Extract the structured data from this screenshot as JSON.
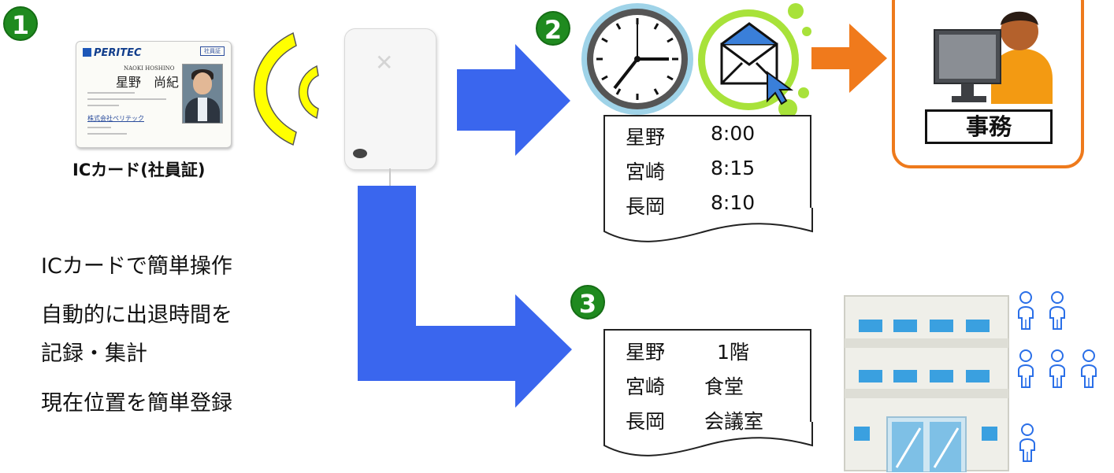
{
  "steps": [
    "1",
    "2",
    "3"
  ],
  "card": {
    "logo": "PERITEC",
    "tag": "社員証",
    "romaji": "NAOKI   HOSHINO",
    "name": "星野　尚紀",
    "company": "株式会社ペリテック",
    "caption": "ICカード(社員証)"
  },
  "features": [
    "ICカードで簡単操作",
    "自動的に出退時間を",
    "記録・集計",
    "現在位置を簡単登録"
  ],
  "attendance": [
    {
      "name": "星野",
      "value": "8:00"
    },
    {
      "name": "宮崎",
      "value": "8:15"
    },
    {
      "name": "長岡",
      "value": "8:10"
    }
  ],
  "locations": [
    {
      "name": "星野",
      "value": "1階"
    },
    {
      "name": "宮崎",
      "value": "食堂"
    },
    {
      "name": "長岡",
      "value": "会議室"
    }
  ],
  "office_label": "事務",
  "icons": [
    "nfc-signal-icon",
    "card-reader-icon",
    "clock-icon",
    "email-icon",
    "office-worker-icon",
    "building-icon",
    "person-icon"
  ],
  "colors": {
    "arrow_blue": "#3a66ee",
    "arrow_orange": "#f07a1c",
    "step_green": "#1f8a1f",
    "signal_yellow": "#ffff00",
    "email_green": "#a8e23a",
    "office_border": "#ee7a1c"
  }
}
